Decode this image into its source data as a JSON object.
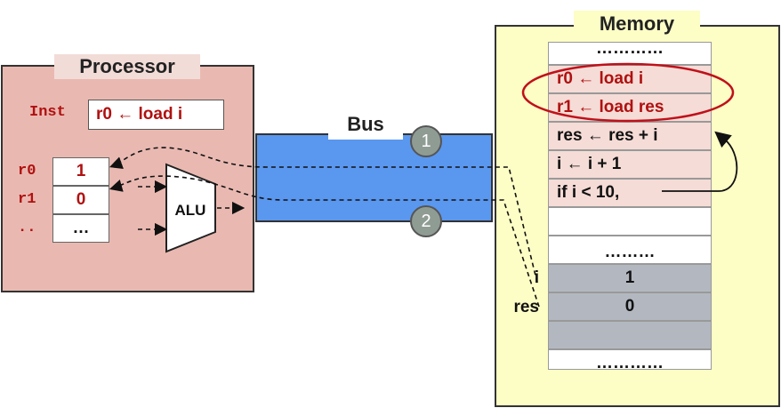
{
  "processor": {
    "title": "Processor",
    "inst_label": "Inst",
    "inst_value": "r0 ← load i",
    "registers": [
      {
        "name": "r0",
        "value": "1"
      },
      {
        "name": "r1",
        "value": "0"
      },
      {
        "name": "..",
        "value": "…"
      }
    ],
    "alu_label": "ALU"
  },
  "bus": {
    "title": "Bus",
    "steps": [
      "1",
      "2"
    ]
  },
  "memory": {
    "title": "Memory",
    "rows": [
      {
        "text": "…………"
      },
      {
        "text": "r0  ← load i"
      },
      {
        "text": "r1  ← load res"
      },
      {
        "text": "res  ← res + i"
      },
      {
        "text": "i      ← i + 1"
      },
      {
        "text": "if i < 10,"
      },
      {
        "text": ""
      },
      {
        "text": "………"
      },
      {
        "text": "1",
        "label": "i"
      },
      {
        "text": "0",
        "label": "res"
      },
      {
        "text": ""
      },
      {
        "text": "…………"
      }
    ]
  },
  "colors": {
    "processor_bg": "#e9b9b1",
    "bus_bg": "#5a97ef",
    "memory_bg": "#fdfdc6",
    "code_row_bg": "#f5dcd6",
    "data_row_bg": "#b3b8c0",
    "highlight_red": "#b01010"
  }
}
